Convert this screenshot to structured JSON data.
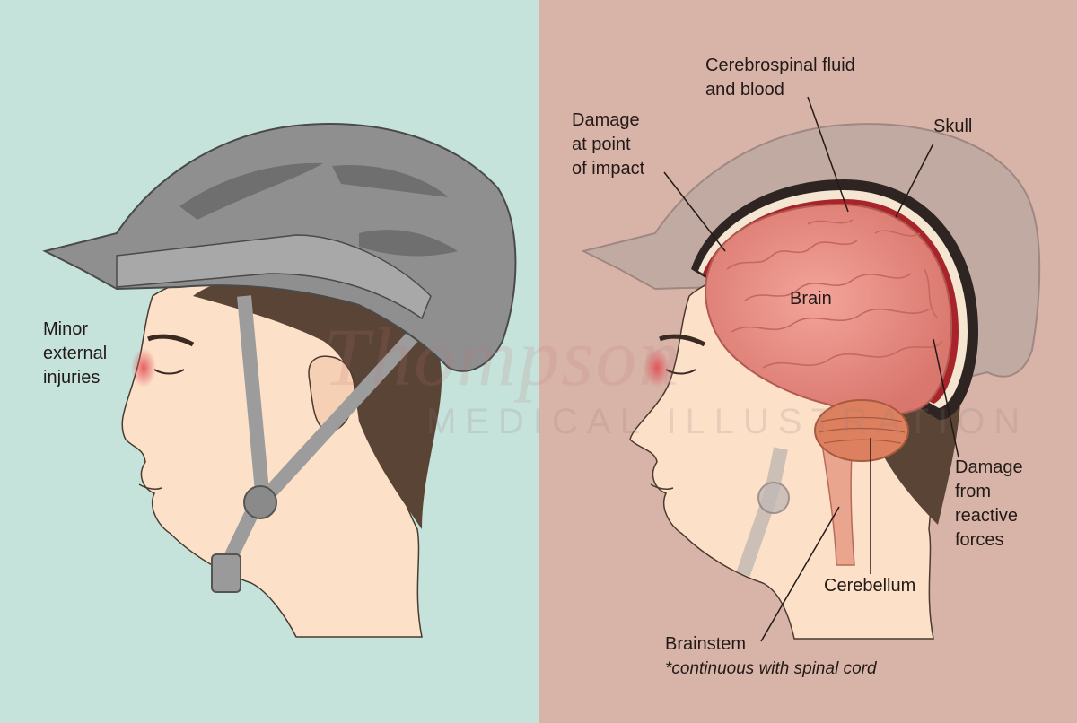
{
  "colors": {
    "left_panel_bg": "#c5e3db",
    "right_panel_bg": "#d8b4a8",
    "skin": "#fce0c8",
    "hair": "#5a4436",
    "helmet": "#8f8f8f",
    "brain": "#ec8f84",
    "csf_blood": "#a8242a",
    "skull": "#2e2422",
    "cerebellum": "#dd8060"
  },
  "labels": {
    "minor_injuries": "Minor\nexternal\ninjuries",
    "csf_blood": "Cerebrospinal fluid\nand blood",
    "damage_impact": "Damage\nat point\nof impact",
    "skull": "Skull",
    "brain": "Brain",
    "damage_reactive": "Damage\nfrom\nreactive\nforces",
    "cerebellum": "Cerebellum",
    "brainstem": "Brainstem",
    "brainstem_note": "*continuous with spinal cord"
  },
  "watermark": {
    "script": "Thompson",
    "subtitle": "MEDICAL ILLUSTRATION"
  }
}
